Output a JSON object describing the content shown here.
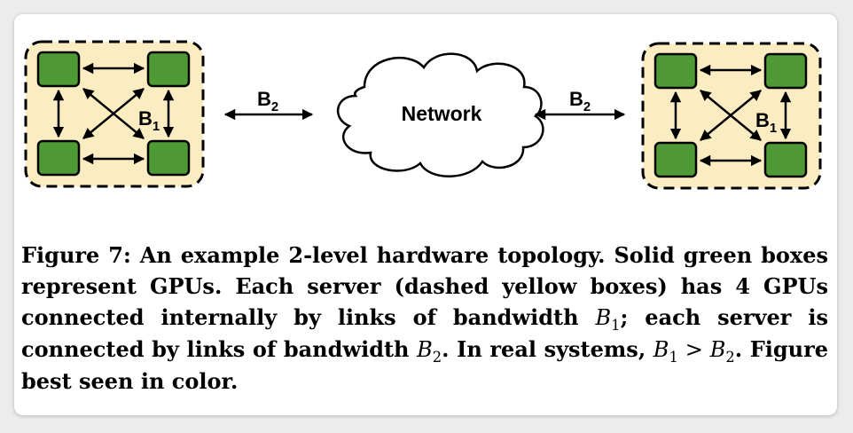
{
  "diagram": {
    "server_label": {
      "main": "B",
      "sub": "1"
    },
    "link_label": {
      "main": "B",
      "sub": "2"
    },
    "network_label": "Network"
  },
  "colors": {
    "gpu_fill": "#4f9a36",
    "server_fill": "#fcecc2",
    "outline": "#000000"
  },
  "caption": {
    "part1": "Figure 7: An example 2-level hardware topology. Solid green boxes represent GPUs. Each server (dashed yellow boxes) has 4 GPUs connected internally by links of bandwidth ",
    "part2": "; each server is connected by links of bandwidth ",
    "part3": ". In real systems, ",
    "part4": " > ",
    "part5": ". Figure best seen in color.",
    "math_b": "B",
    "sub1": "1",
    "sub2": "2"
  }
}
